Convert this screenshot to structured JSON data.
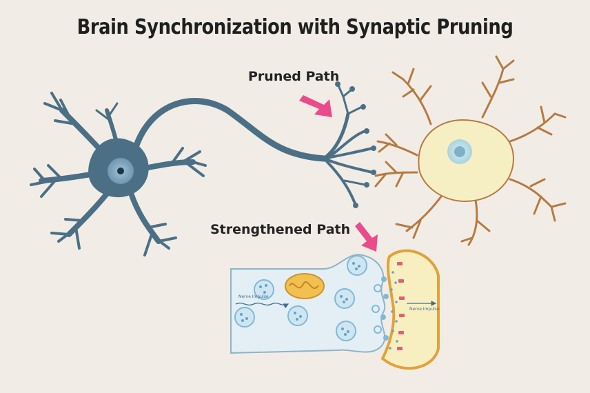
{
  "title": "Brain Synchronization with Synaptic Pruning",
  "labels": {
    "pruned_path": "Pruned Path",
    "strengthened_path": "Strengthened Path",
    "nerve_impulse_left": "Nerve Impulse",
    "nerve_impulse_right": "Nerve Impulse"
  },
  "colors": {
    "background": "#f1ede6",
    "neuron_blue": "#4b6f85",
    "neuron_yellow": "#f7efc4",
    "dendrite_brown": "#b67a42",
    "arrow_pink": "#ea4b8a",
    "vesicle_blue": "#7fb9d6",
    "mitochondria_orange": "#e2a23a",
    "receptor_red": "#e06070"
  }
}
